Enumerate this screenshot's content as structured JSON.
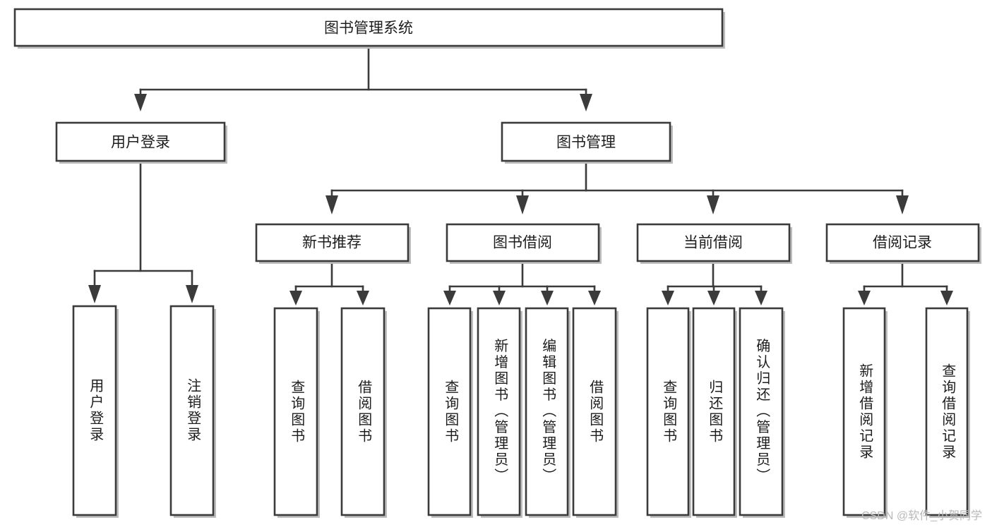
{
  "diagram": {
    "title": "图书管理系统",
    "watermark": "CSDN @软件_小贺同学",
    "colors": {
      "stroke": "#3b3b3b",
      "shadow": "#bdbdbd",
      "fill": "#ffffff",
      "text": "#1d1d1d",
      "watermark": "#b9b9b9"
    },
    "root": {
      "label": "图书管理系统"
    },
    "level2": [
      {
        "label": "用户登录"
      },
      {
        "label": "图书管理"
      }
    ],
    "level3": [
      {
        "label": "新书推荐"
      },
      {
        "label": "图书借阅"
      },
      {
        "label": "当前借阅"
      },
      {
        "label": "借阅记录"
      }
    ],
    "leaves": {
      "user_login": [
        {
          "label": "用户登录"
        },
        {
          "label": "注销登录"
        }
      ],
      "new_book_recommend": [
        {
          "label": "查询图书"
        },
        {
          "label": "借阅图书"
        }
      ],
      "book_borrow": [
        {
          "label": "查询图书"
        },
        {
          "label": "新增图书（管理员）"
        },
        {
          "label": "编辑图书（管理员）"
        },
        {
          "label": "借阅图书"
        }
      ],
      "current_borrow": [
        {
          "label": "查询图书"
        },
        {
          "label": "归还图书"
        },
        {
          "label": "确认归还（管理员）"
        }
      ],
      "borrow_record": [
        {
          "label": "新增借阅记录"
        },
        {
          "label": "查询借阅记录"
        }
      ]
    }
  }
}
